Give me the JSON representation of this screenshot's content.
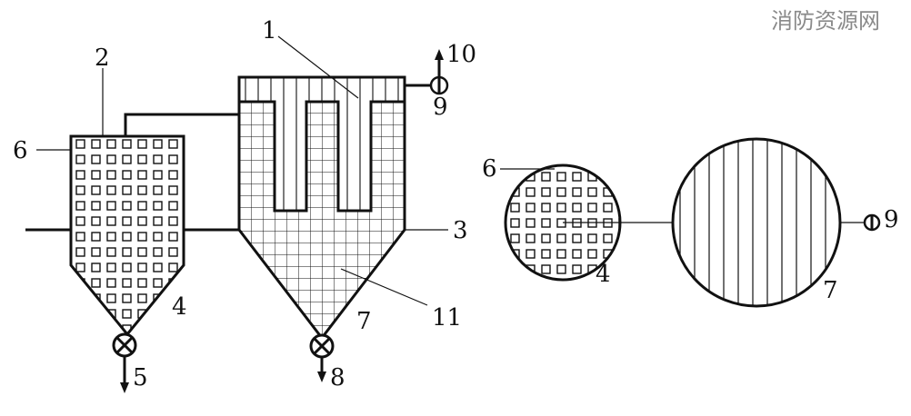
{
  "watermark": "消防资源网",
  "labels": {
    "l1": "1",
    "l2": "2",
    "l3": "3",
    "l4a": "4",
    "l4b": "4",
    "l5": "5",
    "l6a": "6",
    "l6b": "6",
    "l7a": "7",
    "l7b": "7",
    "l8": "8",
    "l9a": "9",
    "l9b": "9",
    "l10": "10",
    "l11": "11"
  }
}
